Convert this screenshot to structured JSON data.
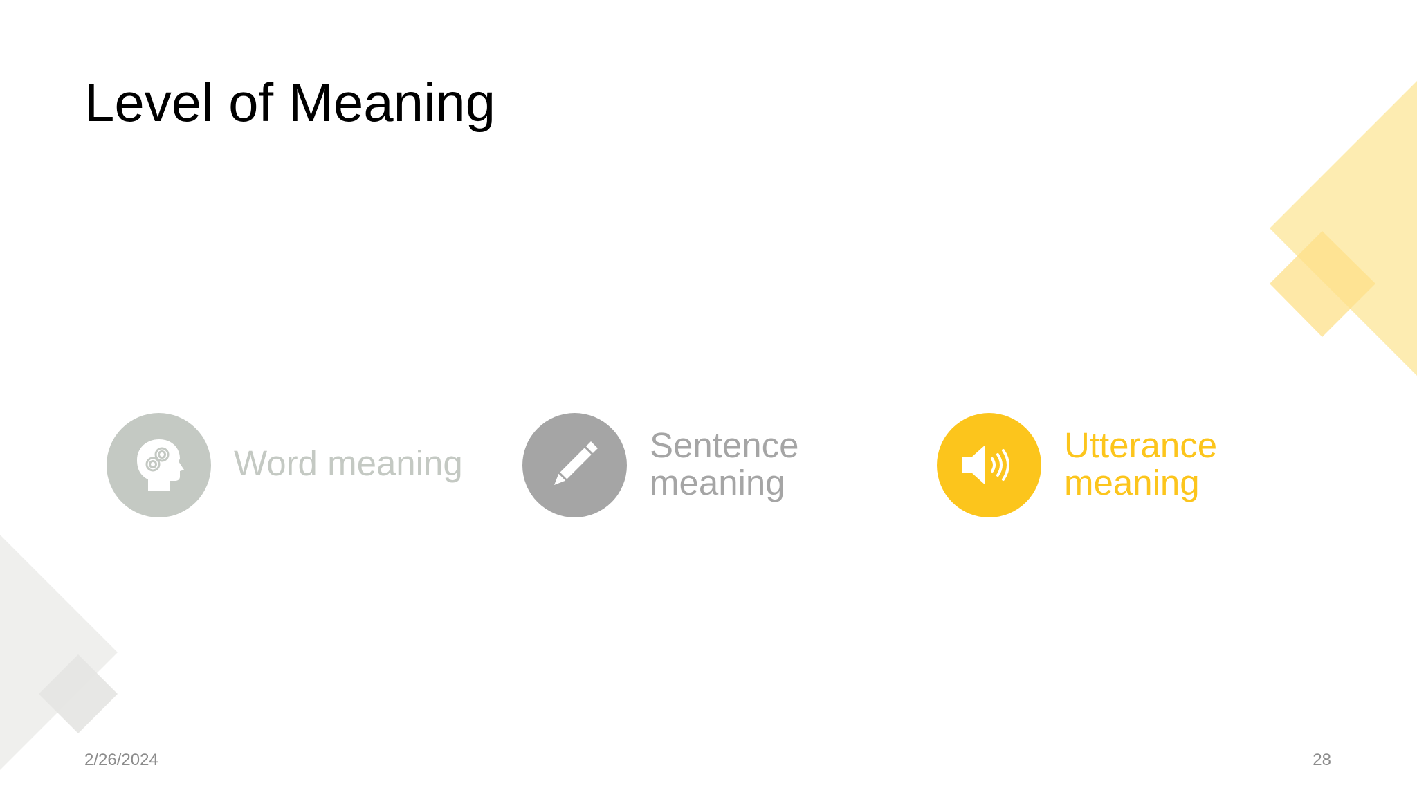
{
  "slide": {
    "title": "Level of Meaning",
    "items": [
      {
        "label": "Word meaning",
        "icon": "head-gears-icon",
        "color": "#c4c9c3"
      },
      {
        "label": "Sentence meaning",
        "icon": "pencil-icon",
        "color": "#a5a5a5"
      },
      {
        "label": "Utterance meaning",
        "icon": "speaker-icon",
        "color": "#fcc51c"
      }
    ],
    "footer": {
      "date": "2/26/2024",
      "page_number": "28"
    }
  },
  "colors": {
    "accent_yellow": "#fcc51c",
    "decor_yellow": "#fde9a4",
    "decor_gray": "#ececea"
  }
}
